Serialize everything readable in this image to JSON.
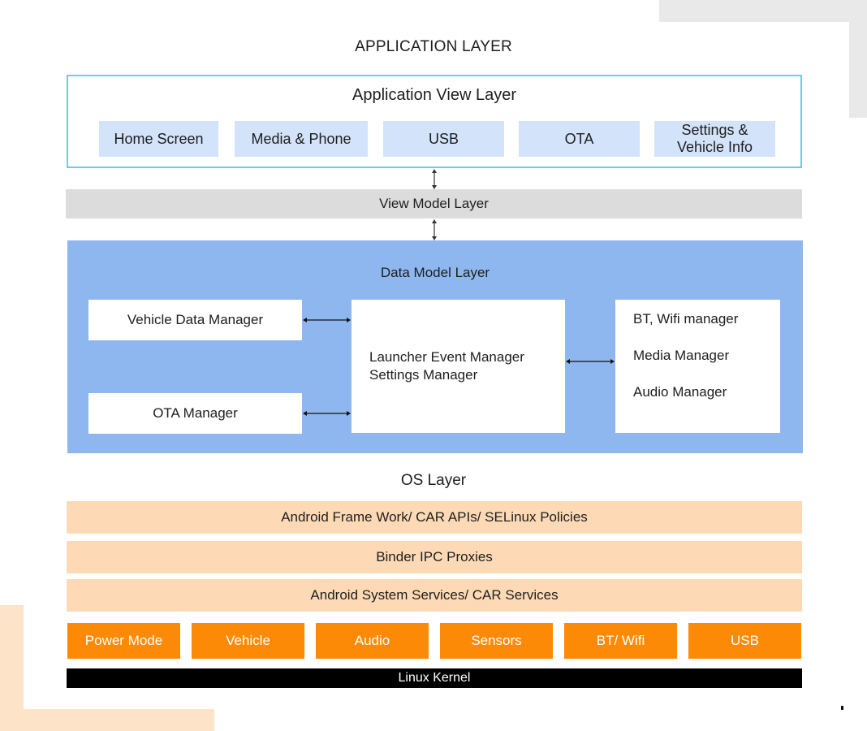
{
  "diagram": {
    "title": "APPLICATION LAYER",
    "application_view_layer": {
      "title": "Application View Layer",
      "modules": [
        "Home Screen",
        "Media & Phone",
        "USB",
        "OTA",
        "Settings & Vehicle Info"
      ]
    },
    "view_model_layer": {
      "title": "View Model Layer"
    },
    "data_model_layer": {
      "title": "Data Model Layer",
      "left_managers": [
        "Vehicle Data Manager",
        "OTA Manager"
      ],
      "center_managers": [
        "Launcher Event Manager",
        "Settings Manager"
      ],
      "right_managers": [
        "BT, Wifi manager",
        "Media Manager",
        "Audio Manager"
      ]
    },
    "os_layer": {
      "title": "OS Layer",
      "bands": [
        "Android Frame Work/ CAR APIs/ SELinux Policies",
        "Binder IPC Proxies",
        "Android System Services/ CAR Services"
      ],
      "hal_modules": [
        "Power Mode",
        "Vehicle",
        "Audio",
        "Sensors",
        "BT/ Wifi",
        "USB"
      ],
      "kernel": "Linux Kernel"
    },
    "colors": {
      "app_view_border": "#5fd3ea",
      "app_module_fill": "#d3e3fa",
      "view_model_fill": "#dcdcdc",
      "data_model_fill": "#8fb7ef",
      "os_band_fill": "#fddab5",
      "hal_module_fill": "#fd8a06",
      "kernel_fill": "#000000"
    },
    "connections": [
      {
        "from": "Application View Layer",
        "to": "View Model Layer",
        "type": "bidirectional"
      },
      {
        "from": "View Model Layer",
        "to": "Data Model Layer",
        "type": "bidirectional"
      },
      {
        "from": "Vehicle Data Manager",
        "to": "Launcher Event Manager",
        "type": "bidirectional"
      },
      {
        "from": "OTA Manager",
        "to": "Launcher Event Manager",
        "type": "bidirectional"
      },
      {
        "from": "Launcher Event Manager",
        "to": "BT, Wifi manager",
        "type": "bidirectional"
      }
    ]
  }
}
